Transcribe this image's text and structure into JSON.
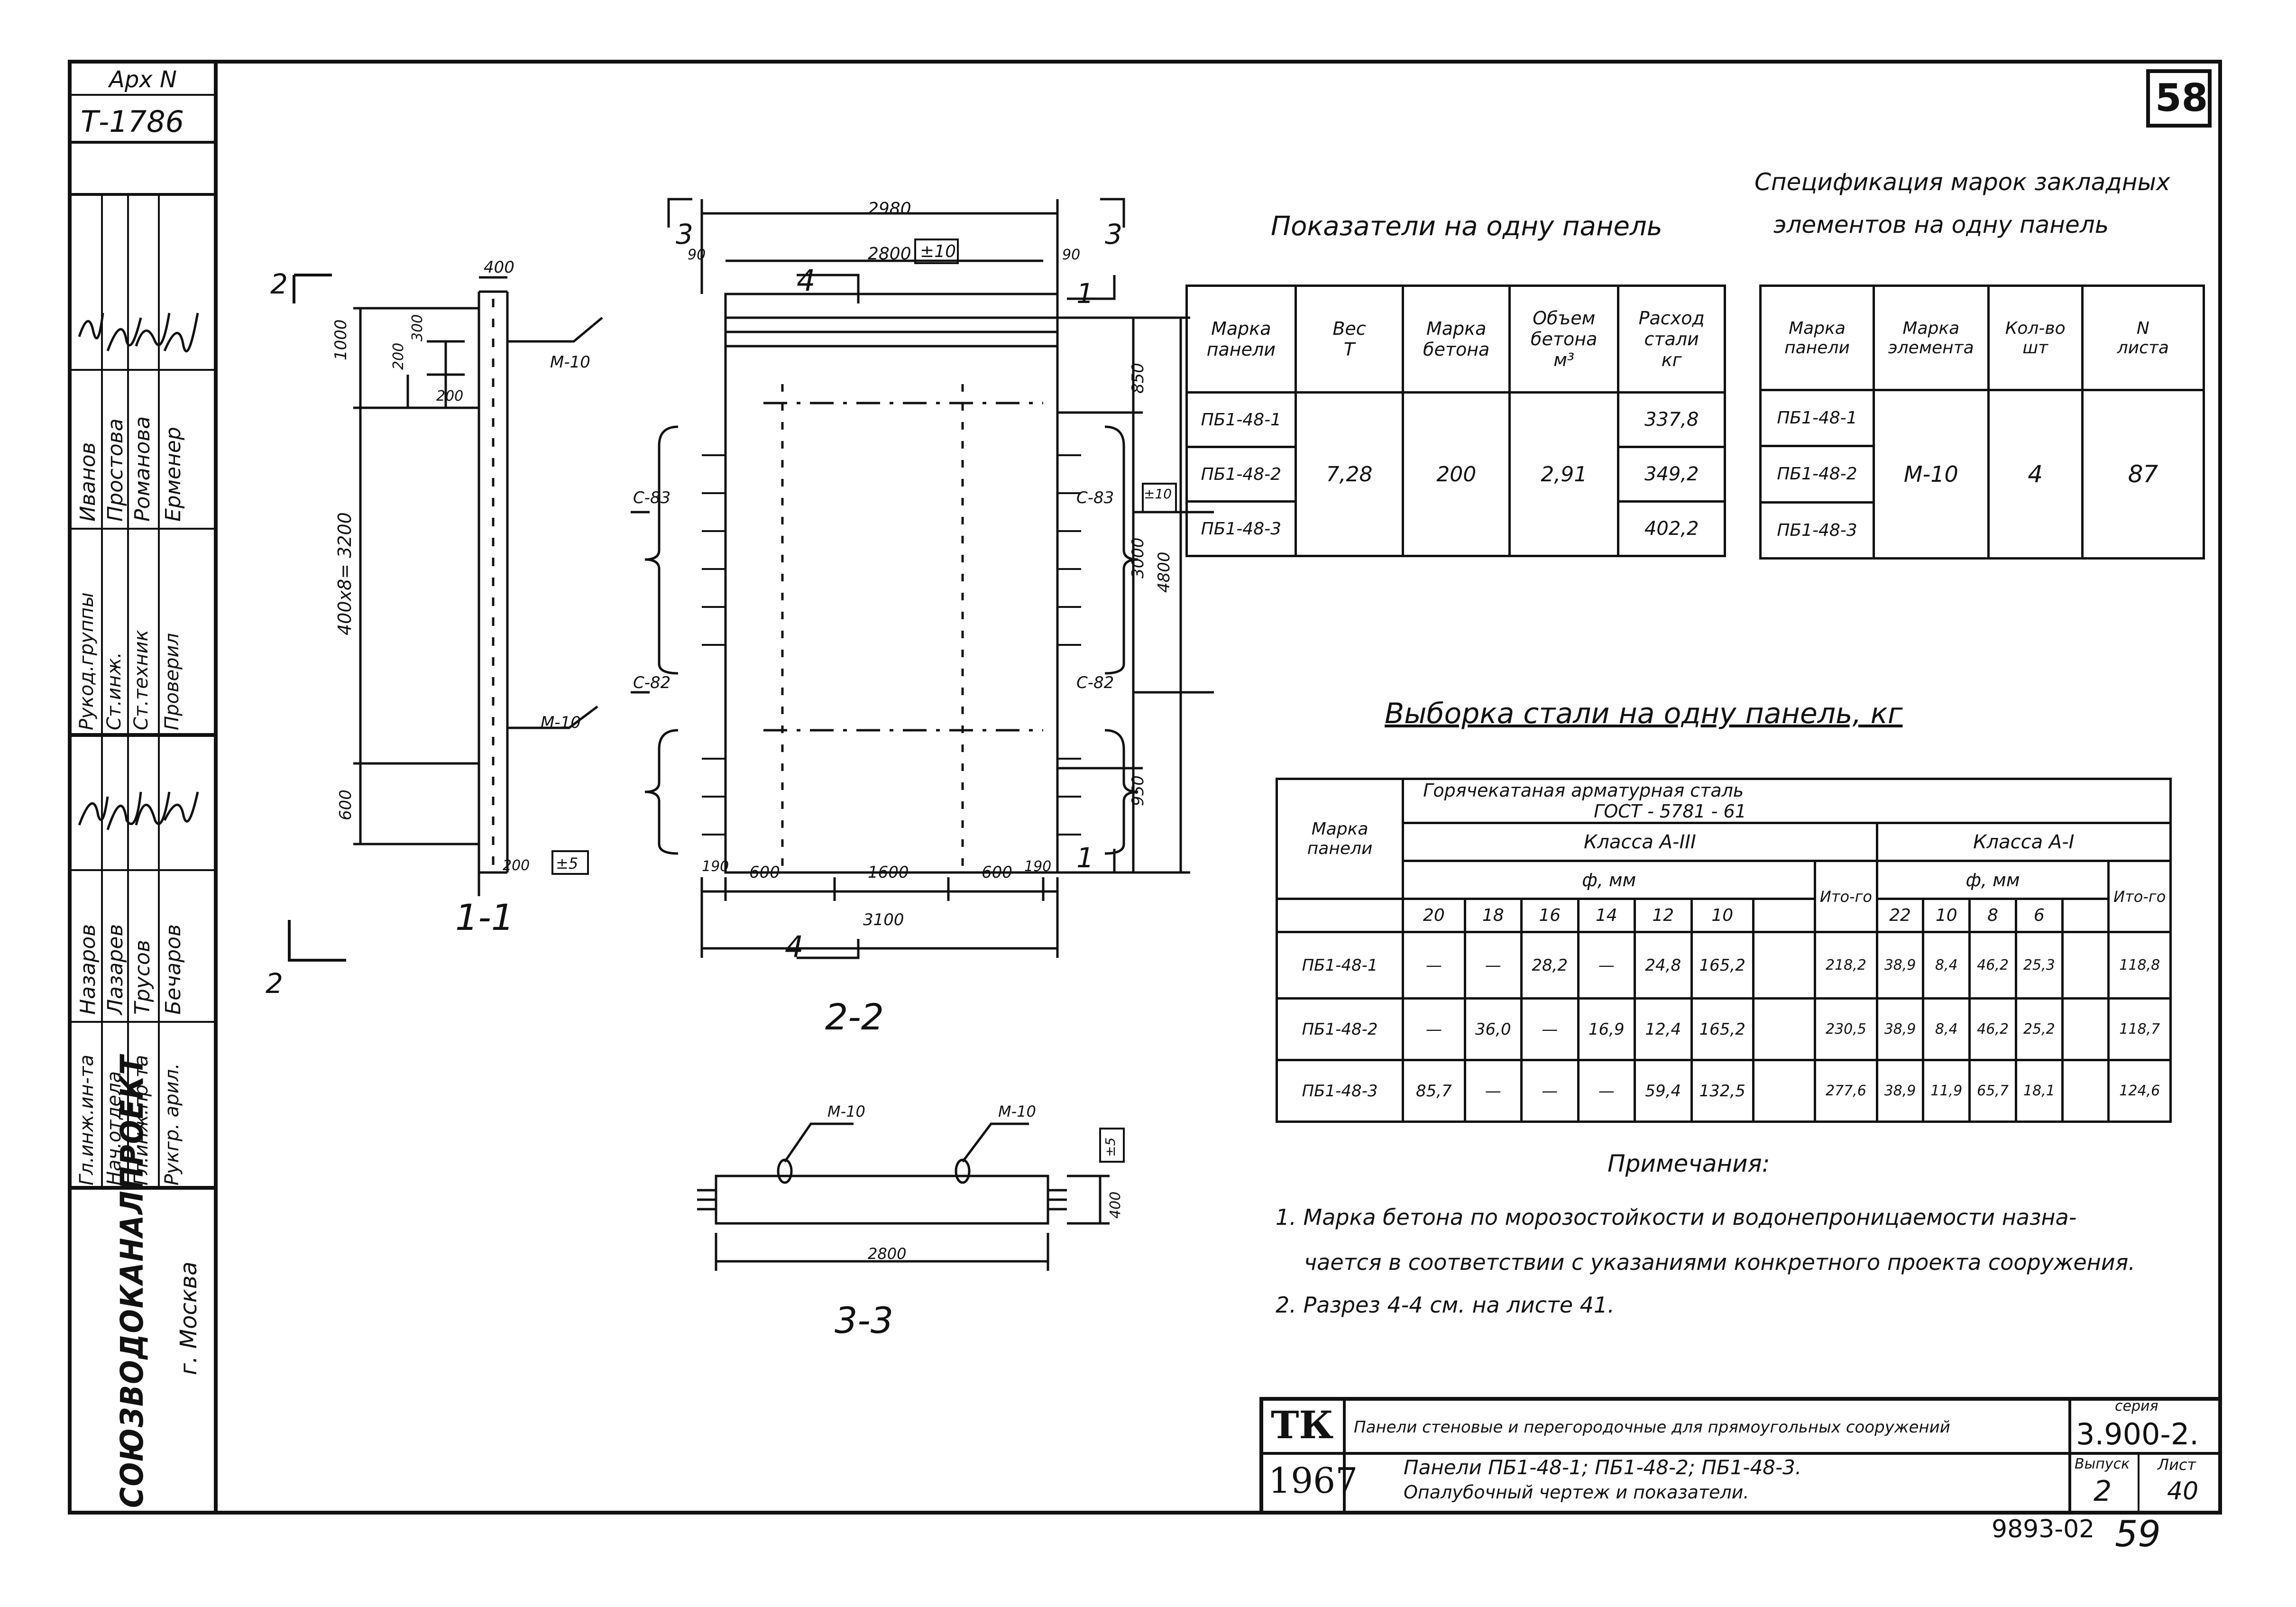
{
  "sheet": {
    "sheet_number": "58",
    "inventory_header": "Арх N",
    "inventory_number": "Т-1786",
    "bottom_code": "9893-02",
    "bottom_handwritten": "59"
  },
  "signatures": {
    "roles": [
      "Гл.инж.ин-та",
      "Нач.отдела",
      "Гл.инж.пр-та",
      "Рукгр. арил.",
      "Рукод.группы",
      "Ст.инж.",
      "Ст.техник",
      "Проверил"
    ],
    "names": [
      "Назаров",
      "Лазарев",
      "Трусов",
      "Бечаров",
      "Иванов",
      "Простова",
      "Романова",
      "Ерменер"
    ],
    "organization": "СОЮЗВОДОКАНАЛПРОЕКТ",
    "city": "г. Москва"
  },
  "section_1_1": {
    "label": "1-1",
    "section_mark": "2",
    "dims": {
      "top": "400",
      "d200a": "200",
      "d300": "300",
      "d1000": "1000",
      "d200b": "200",
      "main": "400х8= 3200",
      "d600": "600",
      "bottom": "200",
      "tol": "±5"
    },
    "marks": [
      "М-10",
      "М-10"
    ]
  },
  "section_2_2": {
    "label": "2-2",
    "cut_label": "3",
    "cut4": "4",
    "cut1": "1",
    "dims": {
      "overall_top": "2980",
      "top_inner": "2800",
      "tol10": "±10",
      "edge90a": "90",
      "edge90b": "90",
      "right850": "850",
      "right3000": "3000",
      "right4800": "4800",
      "tol10b": "±10",
      "right950": "950",
      "b190a": "190",
      "b600a": "600",
      "b1600": "1600",
      "b600b": "600",
      "b190b": "190",
      "bottom3100": "3100"
    },
    "marks": [
      "С-83",
      "С-83",
      "С-82",
      "С-82"
    ]
  },
  "section_3_3": {
    "label": "3-3",
    "marks": [
      "М-10",
      "М-10"
    ],
    "dims": {
      "width": "2800",
      "height": "400",
      "tol": "±5"
    }
  },
  "indicators": {
    "title": "Показатели на одну панель",
    "headers": [
      [
        "Марка",
        "панели"
      ],
      [
        "Вес",
        "Т"
      ],
      [
        "Марка",
        "бетона"
      ],
      [
        "Объем",
        "бетона",
        "м³"
      ],
      [
        "Расход",
        "стали",
        "кг"
      ]
    ],
    "panels": [
      "ПБ1-48-1",
      "ПБ1-48-2",
      "ПБ1-48-3"
    ],
    "weight": "7,28",
    "concrete_grade": "200",
    "volume": "2,91",
    "steel": [
      "337,8",
      "349,2",
      "402,2"
    ]
  },
  "embedded_spec": {
    "title_line1": "Спецификация марок закладных",
    "title_line2": "элементов на одну панель",
    "headers": [
      [
        "Марка",
        "панели"
      ],
      [
        "Марка",
        "элемента"
      ],
      [
        "Кол-во",
        "шт"
      ],
      [
        "N",
        "листа"
      ]
    ],
    "panels": [
      "ПБ1-48-1",
      "ПБ1-48-2",
      "ПБ1-48-3"
    ],
    "element": "М-10",
    "qty": "4",
    "sheet": "87"
  },
  "steel_selection": {
    "title": "Выборка стали на одну панель, кг",
    "col_mark": [
      "Марка",
      "панели"
    ],
    "group_header": "Горячекатаная арматурная сталь",
    "gost": "ГОСТ - 5781 - 61",
    "class3": "Класса А-III",
    "class1": "Класса А-I",
    "phi_mm": "ф, мм",
    "total_label": "Ито-го",
    "diam3": [
      "20",
      "18",
      "16",
      "14",
      "12",
      "10",
      ""
    ],
    "diam1": [
      "22",
      "10",
      "8",
      "6",
      ""
    ],
    "rows": [
      {
        "mark": "ПБ1-48-1",
        "c3": [
          "—",
          "—",
          "28,2",
          "—",
          "24,8",
          "165,2",
          ""
        ],
        "t3": "218,2",
        "c1": [
          "38,9",
          "8,4",
          "46,2",
          "25,3",
          ""
        ],
        "t1": "118,8"
      },
      {
        "mark": "ПБ1-48-2",
        "c3": [
          "—",
          "36,0",
          "—",
          "16,9",
          "12,4",
          "165,2",
          ""
        ],
        "t3": "230,5",
        "c1": [
          "38,9",
          "8,4",
          "46,2",
          "25,2",
          ""
        ],
        "t1": "118,7"
      },
      {
        "mark": "ПБ1-48-3",
        "c3": [
          "85,7",
          "—",
          "—",
          "—",
          "59,4",
          "132,5",
          ""
        ],
        "t3": "277,6",
        "c1": [
          "38,9",
          "11,9",
          "65,7",
          "18,1",
          ""
        ],
        "t1": "124,6"
      }
    ]
  },
  "notes": {
    "title": "Примечания:",
    "line1": "1. Марка бетона по морозостойкости и водонепроницаемости назна-",
    "line2": "чается в соответствии с указаниями конкретного проекта сооружения.",
    "line3": "2. Разрез 4-4 см. на листе 41."
  },
  "title_block": {
    "tk": "ТК",
    "year": "1967",
    "line1": "Панели стеновые и перегородочные для прямоугольных сооружений",
    "line2": "Панели ПБ1-48-1; ПБ1-48-2; ПБ1-48-3.",
    "line3": "Опалубочный чертеж и показатели.",
    "series_label": "серия",
    "series": "3.900-2.",
    "issue_label": "Выпуск",
    "issue": "2",
    "sheet_label": "Лист",
    "sheet": "40"
  }
}
